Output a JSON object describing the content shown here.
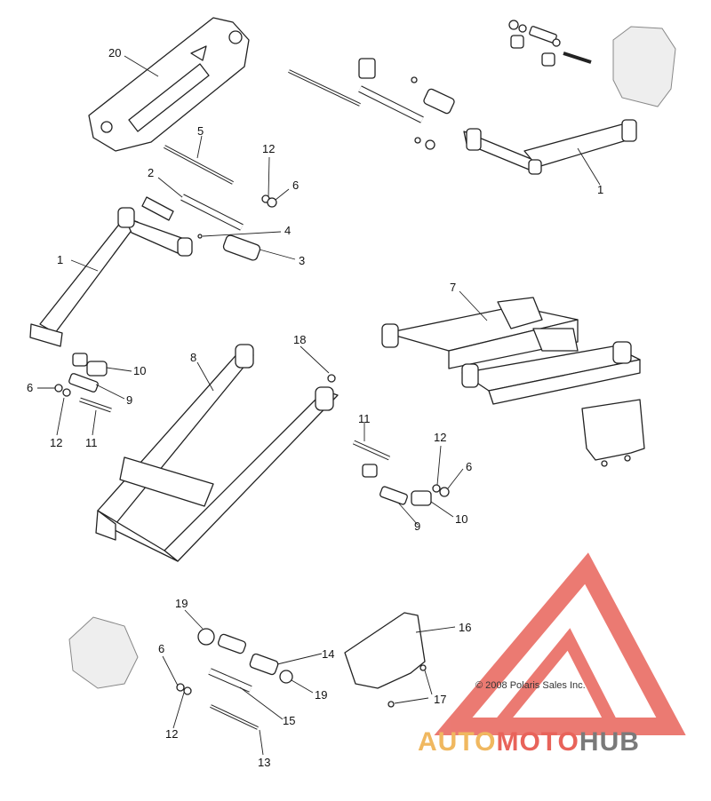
{
  "diagram": {
    "callouts": {
      "c20": "20",
      "c5": "5",
      "c12a": "12",
      "c6a": "6",
      "c2": "2",
      "c4": "4",
      "c3": "3",
      "c1a": "1",
      "c1b": "1",
      "c7": "7",
      "c8": "8",
      "c18": "18",
      "c10a": "10",
      "c9a": "9",
      "c6b": "6",
      "c12b": "12",
      "c11a": "11",
      "c11b": "11",
      "c12c": "12",
      "c6c": "6",
      "c9b": "9",
      "c10b": "10",
      "c19a": "19",
      "c6d": "6",
      "c14": "14",
      "c19b": "19",
      "c12d": "12",
      "c15": "15",
      "c13": "13",
      "c16": "16",
      "c17": "17"
    },
    "copyright": "© 2008 Polaris Sales Inc."
  },
  "watermark": {
    "word_part1": "AUTO",
    "word_part2": "MOTO",
    "word_part3": "HUB",
    "colors": {
      "red": "#e8635a",
      "orange": "#f0b860",
      "gray": "#7a7a7a"
    }
  }
}
